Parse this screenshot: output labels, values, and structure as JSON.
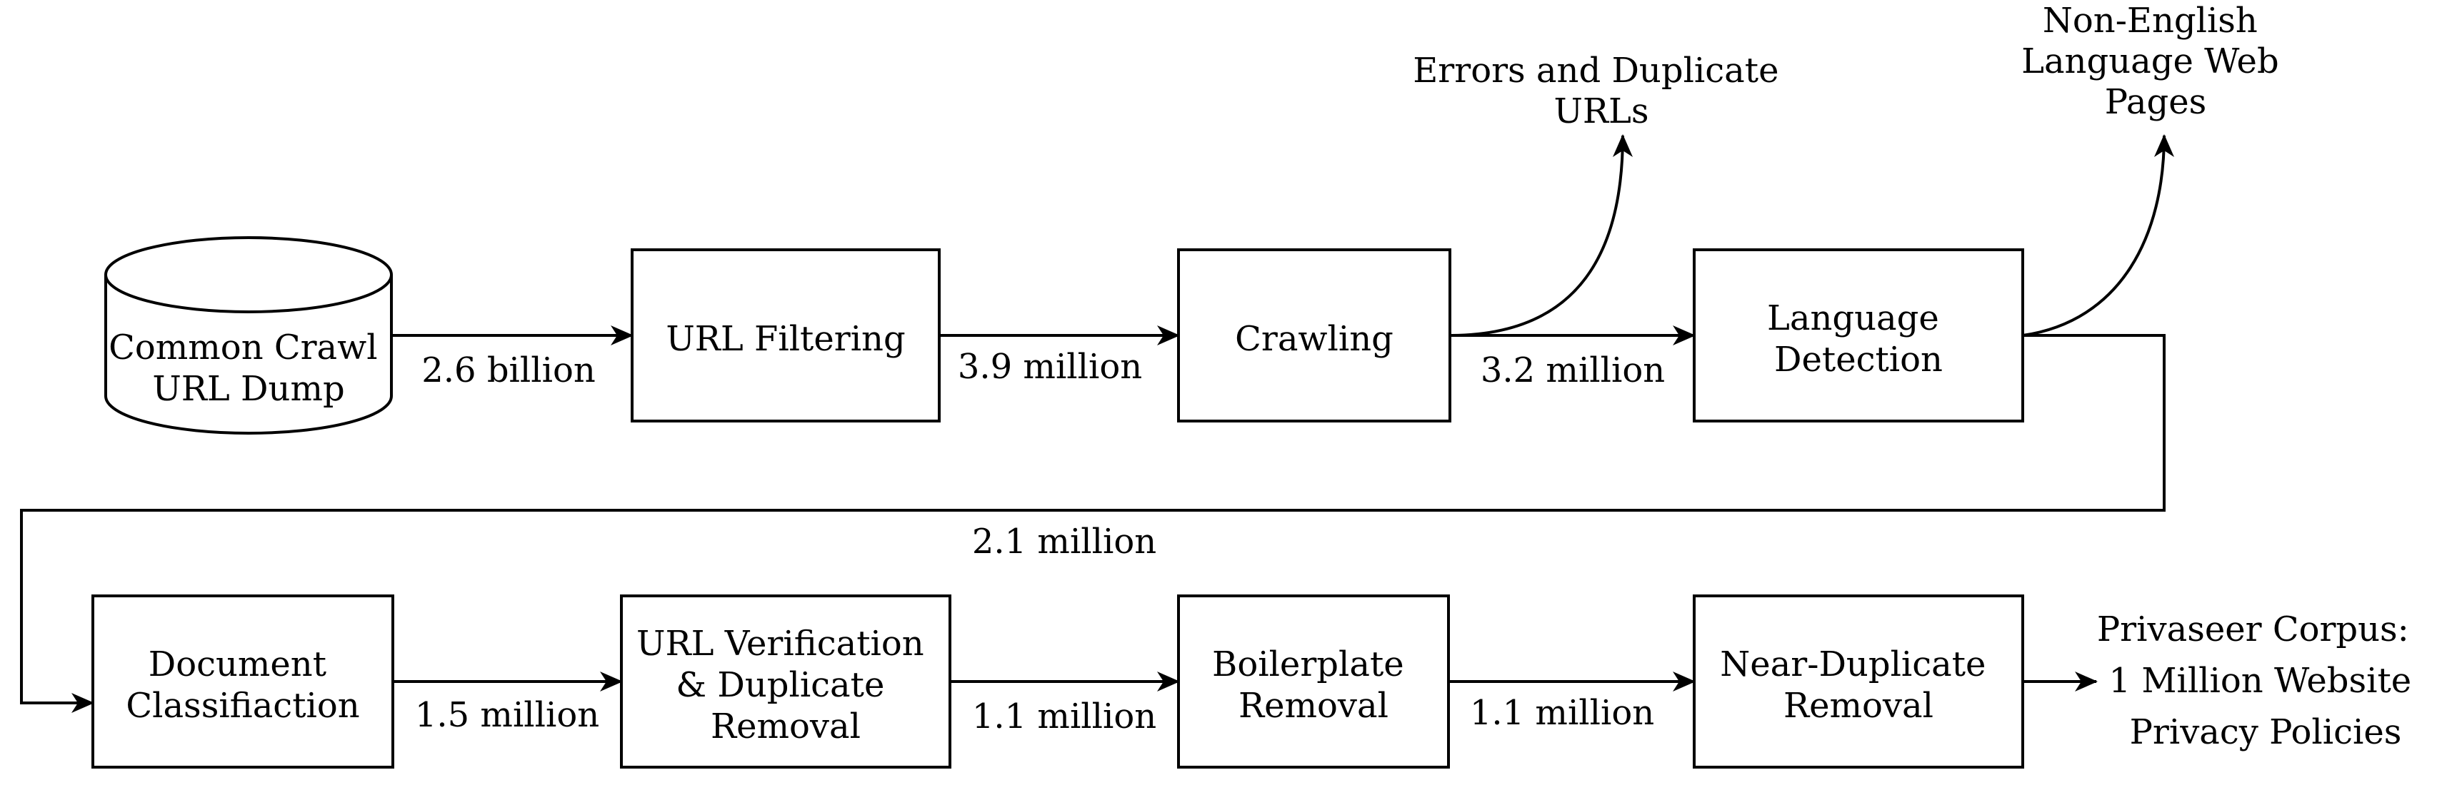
{
  "nodes": {
    "common_crawl": {
      "lines": [
        "Common Crawl",
        "URL Dump"
      ]
    },
    "url_filtering": {
      "lines": [
        "URL Filtering"
      ]
    },
    "crawling": {
      "lines": [
        "Crawling"
      ]
    },
    "language_detection": {
      "lines": [
        "Language",
        "Detection"
      ]
    },
    "document_classification": {
      "lines": [
        "Document",
        "Classifiaction"
      ]
    },
    "url_verification": {
      "lines": [
        "URL Verification",
        "& Duplicate",
        "Removal"
      ]
    },
    "boilerplate_removal": {
      "lines": [
        "Boilerplate",
        "Removal"
      ]
    },
    "near_duplicate_removal": {
      "lines": [
        "Near-Duplicate",
        "Removal"
      ]
    }
  },
  "edges": {
    "dump_to_filtering": "2.6 billion",
    "filtering_to_crawling": "3.9 million",
    "crawling_to_language": "3.2 million",
    "language_to_classification": "2.1 million",
    "classification_to_verification": "1.5 million",
    "verification_to_boilerplate": "1.1 million",
    "boilerplate_to_near_duplicate": "1.1 million"
  },
  "outputs": {
    "errors": {
      "lines": [
        "Errors and Duplicate",
        "URLs"
      ]
    },
    "non_english": {
      "lines": [
        "Non-English",
        "Language Web",
        "Pages"
      ]
    },
    "corpus": {
      "lines": [
        "Privaseer Corpus:",
        "1 Million Website",
        "Privacy Policies"
      ]
    }
  }
}
